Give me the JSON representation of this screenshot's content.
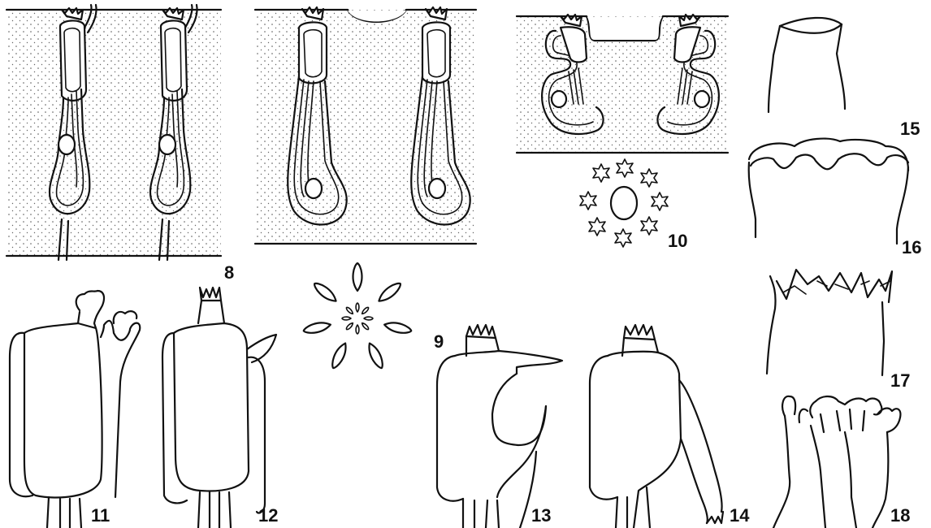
{
  "figure_labels": [
    "8",
    "9",
    "10",
    "11",
    "12",
    "13",
    "14",
    "15",
    "16",
    "17",
    "18"
  ]
}
